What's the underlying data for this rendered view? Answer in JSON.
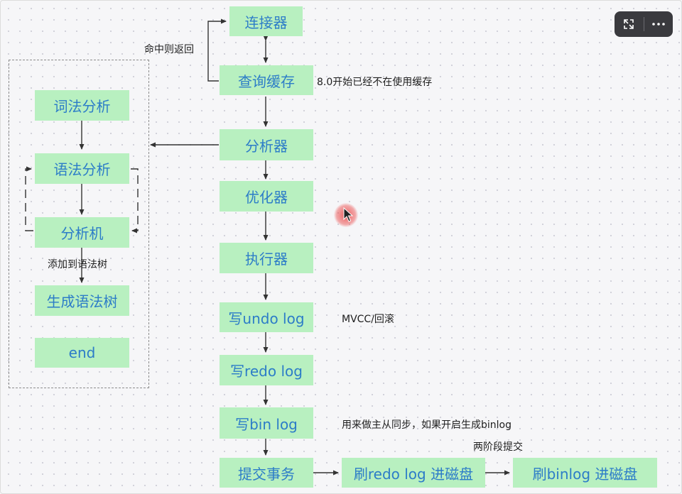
{
  "nodes": {
    "connector": "连接器",
    "query_cache": "查询缓存",
    "analyzer": "分析器",
    "optimizer": "优化器",
    "executor": "执行器",
    "write_undo_log": "写undo log",
    "write_redo_log": "写redo log",
    "write_bin_log": "写bin log",
    "commit_transaction": "提交事务",
    "flush_redo_log": "刷redo log 进磁盘",
    "flush_binlog": "刷binlog 进磁盘",
    "lexical_analysis": "词法分析",
    "syntax_analysis": "语法分析",
    "analysis_machine": "分析机",
    "generate_syntax_tree": "生成语法树",
    "end": "end"
  },
  "notes": {
    "hit_return": "命中则返回",
    "cache_removed": "8.0开始已经不在使用缓存",
    "mvcc_rollback": "MVCC/回滚",
    "master_slave_sync": "用来做主从同步，如果开启生成binlog",
    "two_phase_commit": "两阶段提交",
    "add_to_tree": "添加到语法树"
  },
  "colors": {
    "node_fill": "#b8f0c0",
    "node_text": "#2c7cc8",
    "edge": "#333333",
    "cursor": "#eb4646"
  },
  "toolbar": {
    "expand_icon": "expand-icon",
    "more_icon": "more-icon"
  }
}
